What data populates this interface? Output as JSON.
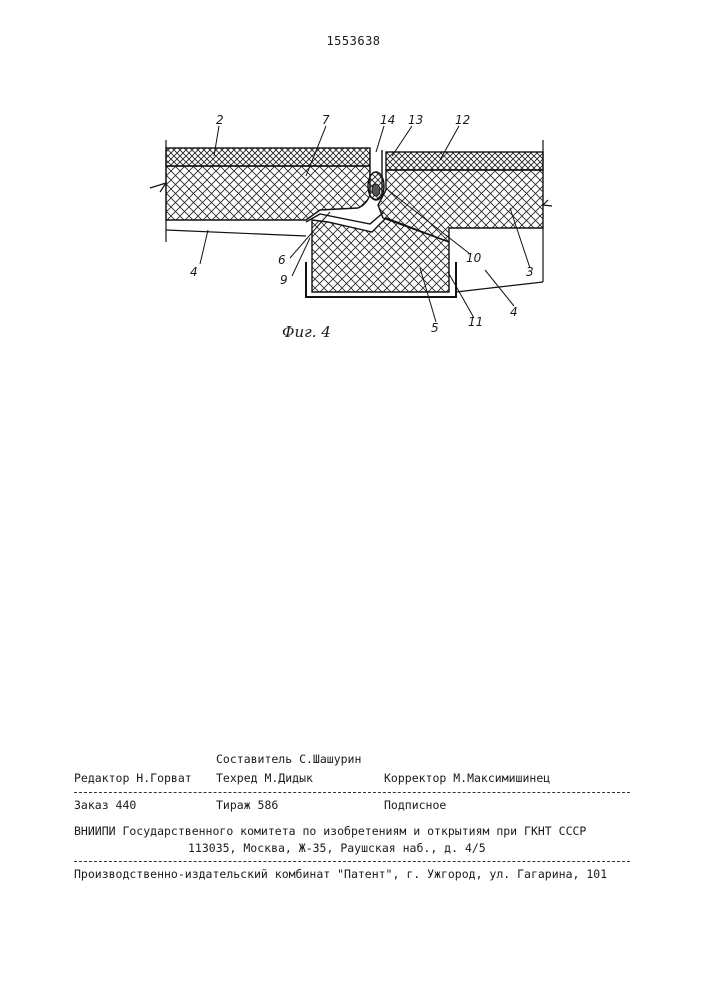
{
  "page_number": "1553638",
  "figure": {
    "caption": "Фиг. 4",
    "labels": [
      "2",
      "7",
      "14",
      "13",
      "12",
      "4",
      "6",
      "9",
      "10",
      "3",
      "4",
      "5",
      "11"
    ]
  },
  "imprint": {
    "compiler": "Составитель С.Шашурин",
    "editor": "Редактор Н.Горват",
    "techred": "Техред М.Дидык",
    "corrector": "Корректор М.Максимишинец",
    "order": "Заказ 440",
    "print_run": "Тираж 586",
    "subscription": "Подписное",
    "institute": "ВНИИПИ Государственного комитета по изобретениям и открытиям при ГКНТ СССР",
    "address": "113035, Москва, Ж-35, Раушская наб., д. 4/5",
    "publisher": "Производственно-издательский комбинат \"Патент\", г. Ужгород, ул. Гагарина, 101"
  }
}
